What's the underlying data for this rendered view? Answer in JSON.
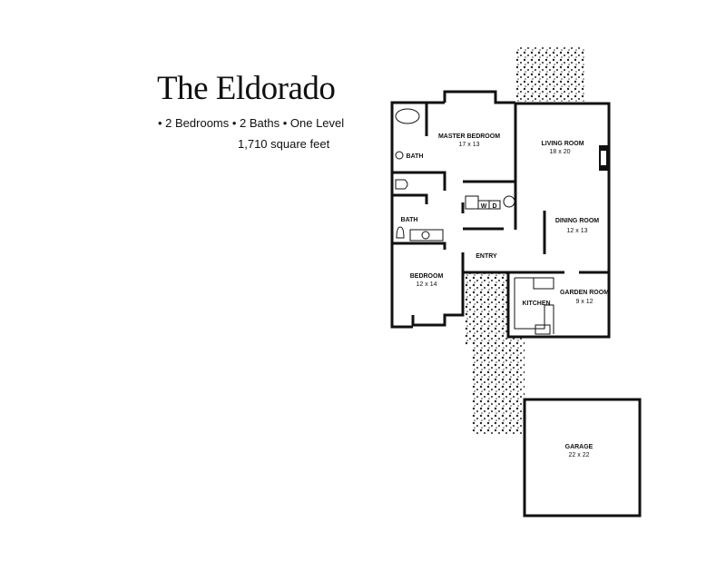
{
  "title": "The Eldorado",
  "features": "• 2 Bedrooms • 2 Baths • One Level",
  "square_feet": "1,710 square feet",
  "rooms": {
    "master_bedroom": {
      "name": "MASTER BEDROOM",
      "size": "17 x 13"
    },
    "living_room": {
      "name": "LIVING ROOM",
      "size": "18 x 20"
    },
    "bath1": {
      "name": "BATH"
    },
    "bath2": {
      "name": "BATH"
    },
    "dining_room": {
      "name": "DINING ROOM",
      "size": "12 x 13"
    },
    "entry": {
      "name": "ENTRY"
    },
    "bedroom": {
      "name": "BEDROOM",
      "size": "12 x 14"
    },
    "kitchen": {
      "name": "KITCHEN"
    },
    "garden_room": {
      "name": "GARDEN ROOM",
      "size": "9 x 12"
    },
    "garage": {
      "name": "GARAGE",
      "size": "22 x 22"
    },
    "washer": "W",
    "dryer": "D"
  }
}
